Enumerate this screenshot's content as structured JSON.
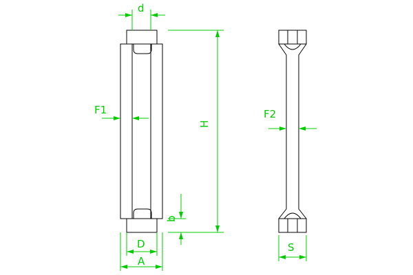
{
  "dimension_labels": {
    "d": "d",
    "F1": "F1",
    "H": "H",
    "b": "b",
    "D": "D",
    "A": "A",
    "F2": "F2",
    "S": "S"
  },
  "colors": {
    "part_outline": "#000000",
    "dimension": "#00cc00",
    "background": "#ffffff"
  }
}
